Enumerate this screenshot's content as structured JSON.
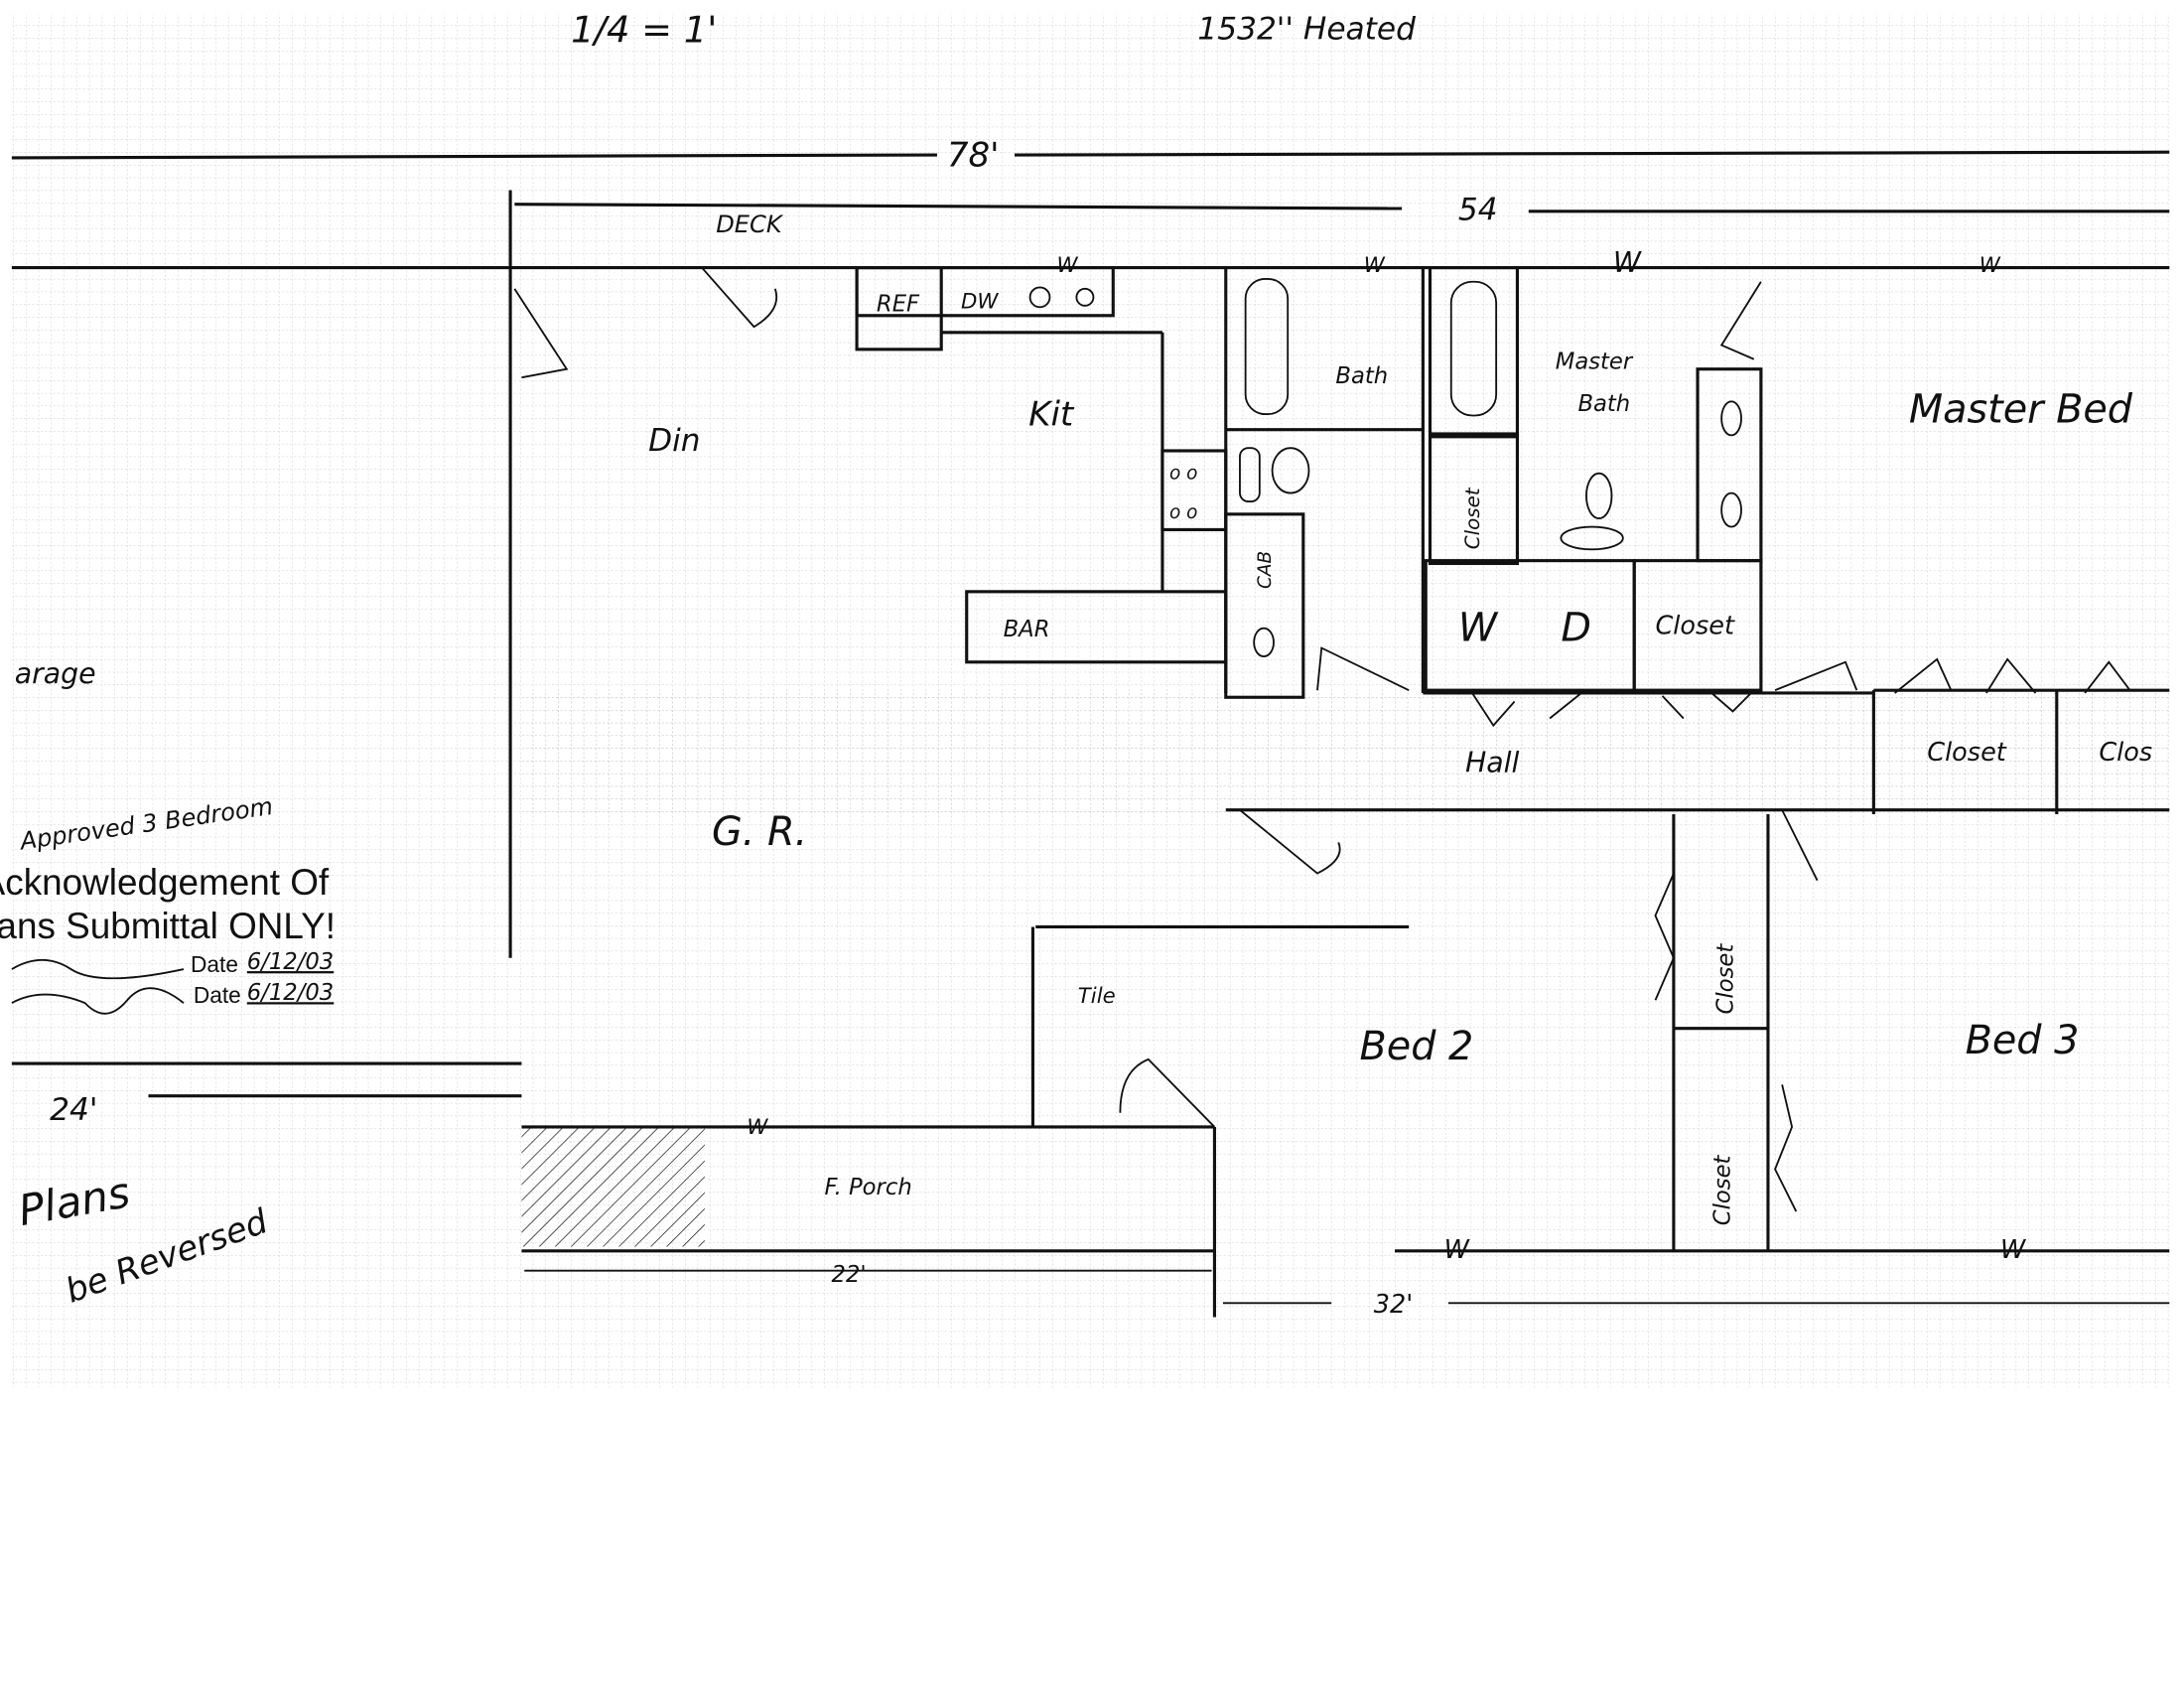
{
  "header": {
    "scale_note": "1/4 = 1'",
    "heated_area": "1532'' Heated"
  },
  "dimensions": {
    "overall_width": "78'",
    "house_width": "54",
    "left_depth": "24'",
    "porch_width": "22'",
    "right_width": "32'"
  },
  "rooms": {
    "deck": "DECK",
    "ref": "REF",
    "dw": "DW",
    "kitchen": "Kit",
    "dining": "Din",
    "bath": "Bath",
    "master_bath_1": "Master",
    "master_bath_2": "Bath",
    "master_bed": "Master Bed",
    "closet_master_bath": "Closet",
    "cab": "CAB",
    "bar": "BAR",
    "washer": "W",
    "dryer": "D",
    "closet_laundry": "Closet",
    "hall": "Hall",
    "great_room": "G. R.",
    "closet_right_1": "Closet",
    "closet_right_2": "Clos",
    "closet_hall": "Closet",
    "closet_bed2": "Closet",
    "tile": "Tile",
    "bed2": "Bed 2",
    "bed3": "Bed 3",
    "front_porch": "F. Porch",
    "garage": "arage"
  },
  "window_mark": "W",
  "approval": {
    "handwritten_note": "Approved 3 Bedroom",
    "stamp_line1": "Acknowledgement Of",
    "stamp_line2": "Plans Submittal ONLY!",
    "date_label": "Date",
    "date1": "6/12/03",
    "date2": "6/12/03",
    "reversed_note_1": "Plans",
    "reversed_note_2": "be Reversed"
  }
}
